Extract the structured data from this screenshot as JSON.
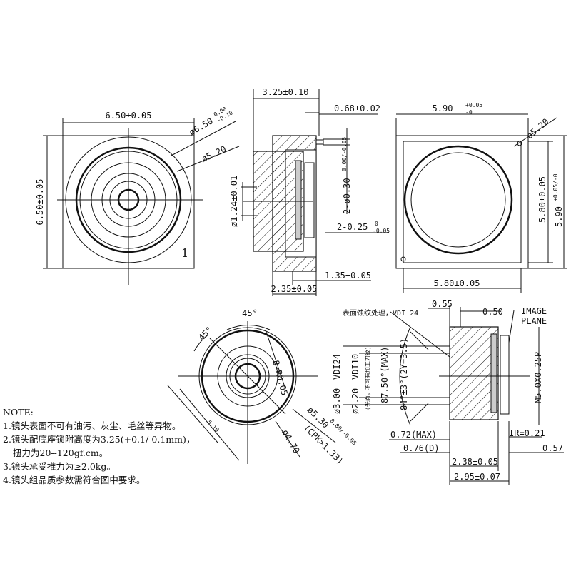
{
  "front_view": {
    "width": "6.50±0.05",
    "height": "6.50±0.05",
    "outer_dia": "ø6.50",
    "outer_tol_upper": "0.00",
    "outer_tol_lower": "-0.10",
    "inner_dia": "ø5.20",
    "pin_mark": "1"
  },
  "side_view": {
    "total_height": "3.25±0.10",
    "top_offset": "0.68±0.02",
    "pin_dia": "2-ø0.30",
    "pin_dia_tol": "0.00/-0.05",
    "pin_len": "2-0.25",
    "pin_len_tol_upper": "0",
    "pin_len_tol_lower": "-0.05",
    "aperture": "ø1.24±0.01",
    "base_height": "1.35±0.05",
    "holder_height": "2.35±0.05"
  },
  "back_view": {
    "width_top": "5.90",
    "width_top_tol_upper": "+0.05",
    "width_top_tol_lower": "-0",
    "dia": "ø5.20",
    "height_inner": "5.80±0.05",
    "height_outer": "5.90",
    "height_outer_tol": "+0.05/-0",
    "width_bottom": "5.80±0.05"
  },
  "top_lens_view": {
    "angle1": "45°",
    "angle2": "45°",
    "radius": "8-R0.05",
    "dia_outer": "ø5.30",
    "dia_outer_tol": "0.00/-0.05",
    "cpk": "(CPK>1.33)",
    "dia_inner": "ø4.70",
    "flat": "5.10"
  },
  "lens_section": {
    "surface_note": "表面蚀纹处理，VDI 24",
    "dim_055": "0.55",
    "dim_050": "0.50",
    "image_plane_1": "IMAGE",
    "image_plane_2": "PLANE",
    "vdi24": "VDI24",
    "vdi10": "VDI10",
    "note_polish": "(光面，不可有加工刀纹)",
    "dia_300": "ø3.00",
    "dia_220": "ø2.20",
    "fov1": "87.50°(MAX)",
    "fov2": "84°±3°(2Y=3.5)",
    "thread": "M5.0X0.25P",
    "dim_072": "0.72(MAX)",
    "dim_076": "0.76(D)",
    "ir": "IR=0.21",
    "dim_057": "0.57",
    "dim_238": "2.38±0.05",
    "dim_295": "2.95±0.07"
  },
  "notes": {
    "title": "NOTE:",
    "items": [
      "1.镜头表面不可有油污、灰尘、毛丝等异物。",
      "2.镜头配底座锁附高度为3.25(+0.1/-0.1mm)，",
      "  扭力为20--120gf.cm。",
      "3.镜头承受推力为≥2.0kg。",
      "4.镜头组品质参数需符合图中要求。"
    ]
  }
}
